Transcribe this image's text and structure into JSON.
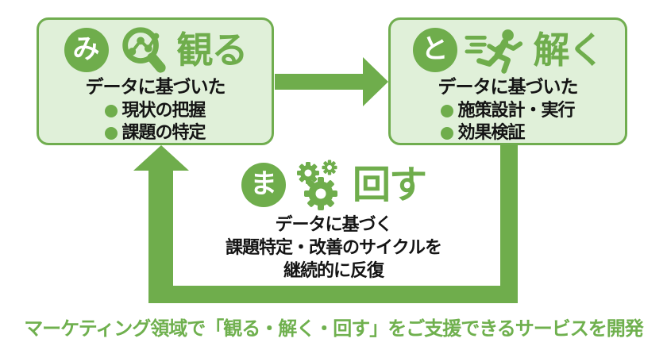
{
  "colors": {
    "green": "#6fad4c",
    "box_fill": "#e0f0d9",
    "box_border": "#70ad4f",
    "text_black": "#141414",
    "kana_text": "#ffffff",
    "caption_green": "#6fb04e"
  },
  "boxes": {
    "observe": {
      "kana": "み",
      "icon": "magnifier-chart-icon",
      "title": "観る",
      "subtitle": "データに基づいた",
      "bullets": [
        "現状の把握",
        "課題の特定"
      ]
    },
    "solve": {
      "kana": "と",
      "icon": "running-person-icon",
      "title": "解く",
      "subtitle": "データに基づいた",
      "bullets": [
        "施策設計・実行",
        "効果検証"
      ]
    }
  },
  "cycle": {
    "kana": "ま",
    "icon": "gears-icon",
    "title": "回す",
    "lines": [
      "データに基づく",
      "課題特定・改善のサイクルを",
      "継続的に反復"
    ]
  },
  "caption": "マーケティング領域で「観る・解く・回す」をご支援できるサービスを開発"
}
